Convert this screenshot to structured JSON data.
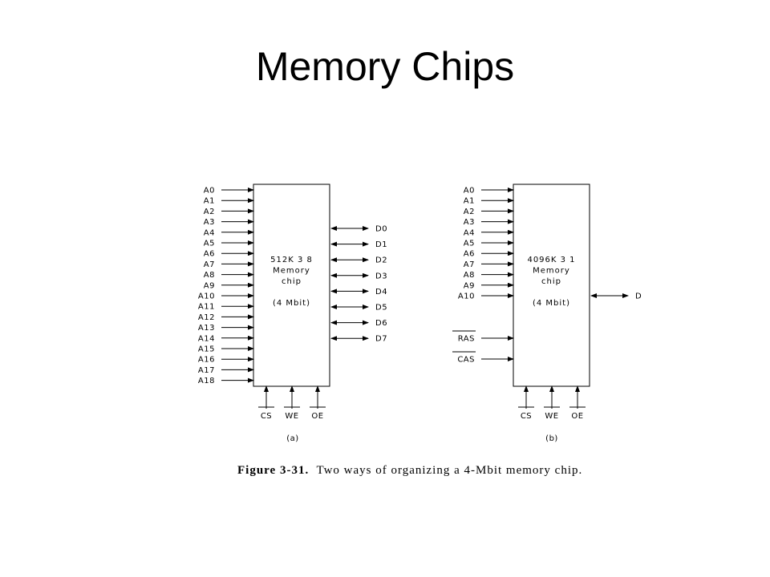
{
  "title": "Memory Chips",
  "colors": {
    "ink": "#000000",
    "background": "#ffffff"
  },
  "chip_a": {
    "label_lines": [
      "512K 3 8",
      "Memory",
      "chip",
      "",
      "(4 Mbit)"
    ],
    "address_pins": [
      "A0",
      "A1",
      "A2",
      "A3",
      "A4",
      "A5",
      "A6",
      "A7",
      "A8",
      "A9",
      "A10",
      "A11",
      "A12",
      "A13",
      "A14",
      "A15",
      "A16",
      "A17",
      "A18"
    ],
    "data_pins": [
      "D0",
      "D1",
      "D2",
      "D3",
      "D4",
      "D5",
      "D6",
      "D7"
    ],
    "control_pins": [
      "CS",
      "WE",
      "OE"
    ],
    "sublabel": "(a)"
  },
  "chip_b": {
    "label_lines": [
      "4096K 3 1",
      "Memory",
      "chip",
      "",
      "(4 Mbit)"
    ],
    "address_pins": [
      "A0",
      "A1",
      "A2",
      "A3",
      "A4",
      "A5",
      "A6",
      "A7",
      "A8",
      "A9",
      "A10"
    ],
    "strobe_pins": [
      "RAS",
      "CAS"
    ],
    "data_pins": [
      "D"
    ],
    "control_pins": [
      "CS",
      "WE",
      "OE"
    ],
    "sublabel": "(b)"
  },
  "caption": {
    "figure_label": "Figure 3-31.",
    "text": "Two ways of organizing a 4-Mbit memory chip."
  }
}
